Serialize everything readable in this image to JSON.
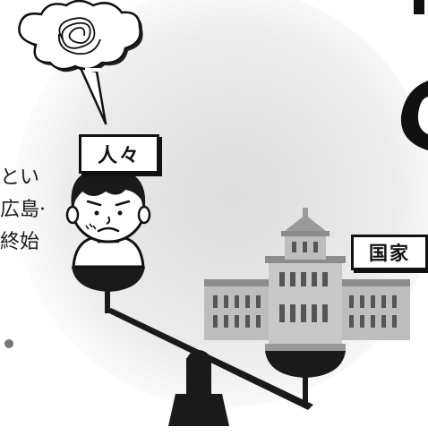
{
  "labels": {
    "people": "人々",
    "nation": "国家"
  },
  "side_text": {
    "line1": "とい",
    "line2": "広島·",
    "line3": "終始"
  },
  "colors": {
    "ink": "#111111",
    "building_gray": "#9a9a9a",
    "background_glow": "#e4e4e4"
  }
}
